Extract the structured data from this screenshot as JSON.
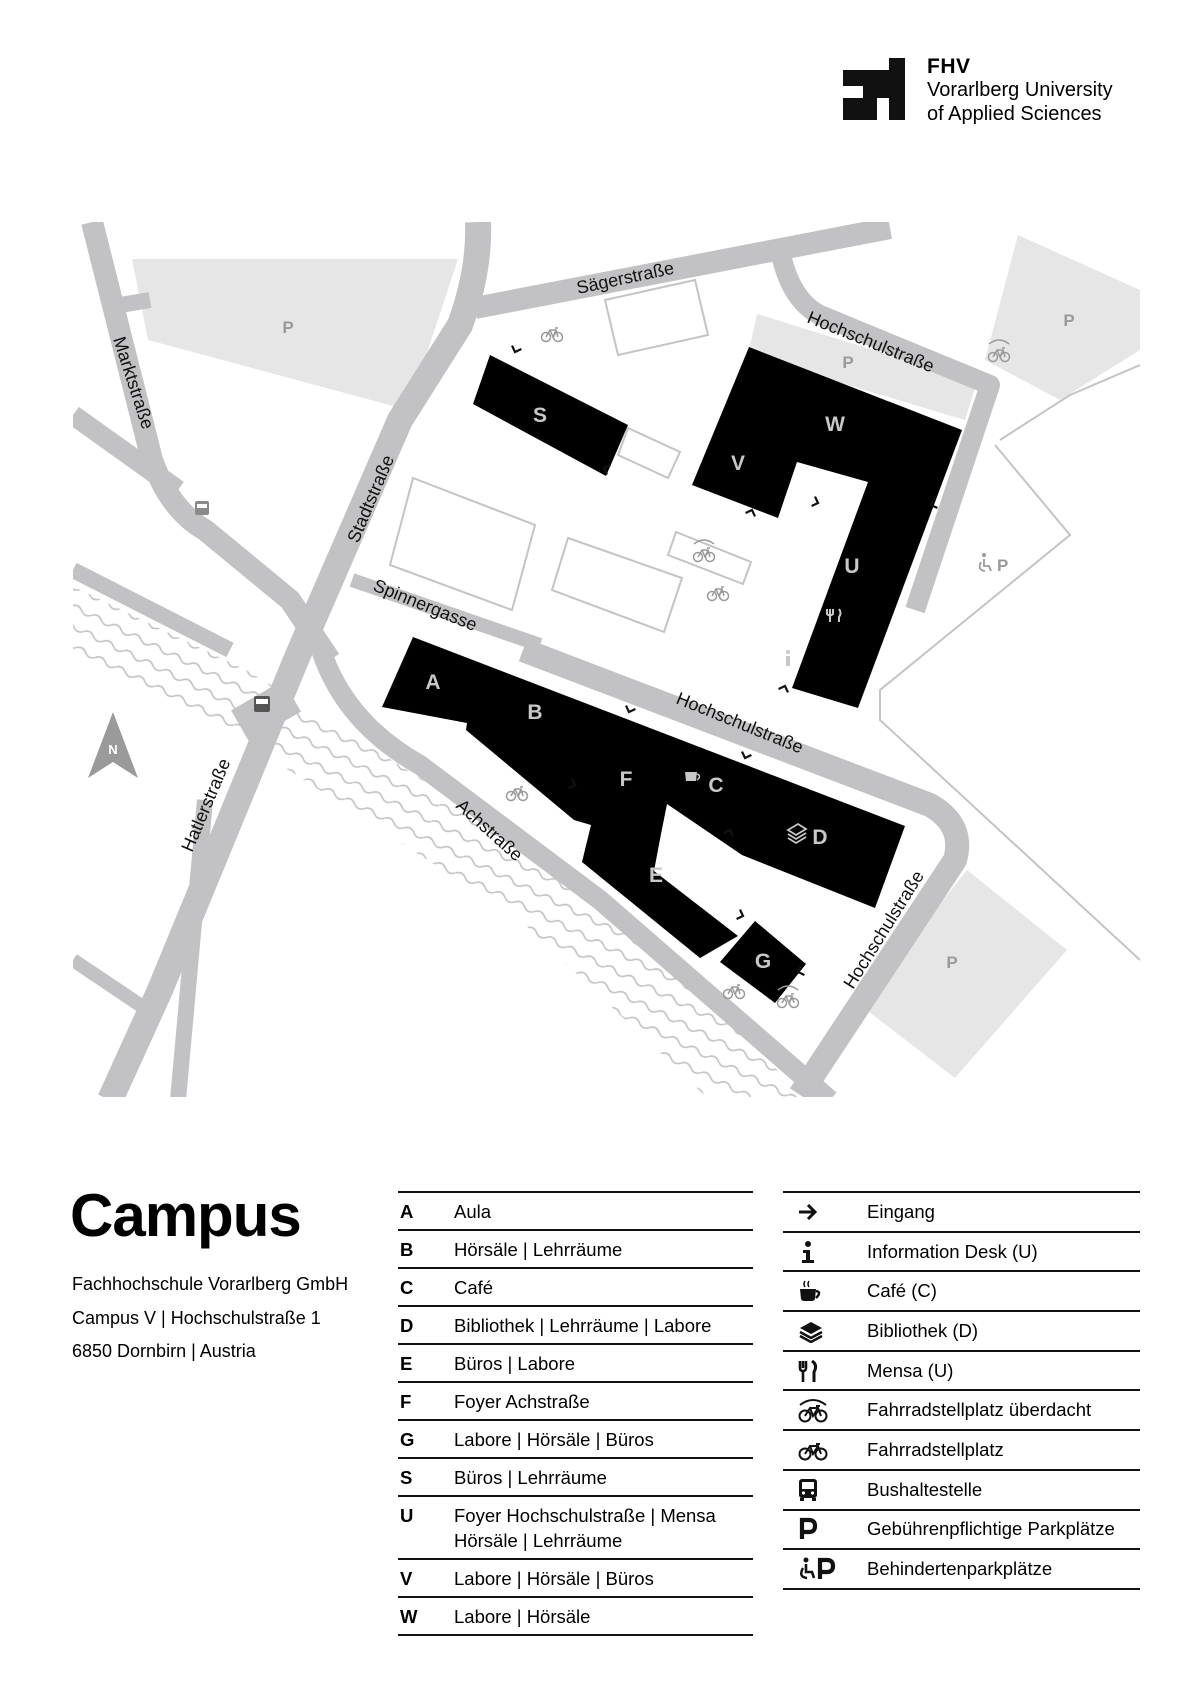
{
  "logo": {
    "abbr": "FHV",
    "line1": "Vorarlberg University",
    "line2": "of Applied Sciences"
  },
  "map": {
    "streets": {
      "saegerstrasse": "Sägerstraße",
      "hochschulstrasse": "Hochschulstraße",
      "marktstrasse": "Marktstraße",
      "stadtstrasse": "Stadtstraße",
      "spinnergasse": "Spinnergasse",
      "hatlerstrasse": "Hatlerstraße",
      "achstrasse": "Achstraße"
    },
    "buildings": [
      "S",
      "V",
      "W",
      "U",
      "A",
      "B",
      "F",
      "C",
      "D",
      "E",
      "G"
    ],
    "parking_label": "P",
    "north_label": "N"
  },
  "campus": {
    "title": "Campus",
    "address": [
      "Fachhochschule Vorarlberg GmbH",
      "Campus V | Hochschulstraße 1",
      "6850 Dornbirn | Austria"
    ]
  },
  "buildings_table": [
    {
      "code": "A",
      "desc": "Aula"
    },
    {
      "code": "B",
      "desc": "Hörsäle | Lehrräume"
    },
    {
      "code": "C",
      "desc": "Café"
    },
    {
      "code": "D",
      "desc": "Bibliothek | Lehrräume | Labore"
    },
    {
      "code": "E",
      "desc": "Büros | Labore"
    },
    {
      "code": "F",
      "desc": "Foyer Achstraße"
    },
    {
      "code": "G",
      "desc": "Labore | Hörsäle | Büros"
    },
    {
      "code": "S",
      "desc": "Büros | Lehrräume"
    },
    {
      "code": "U",
      "desc": "Foyer Hochschulstraße | Mensa",
      "desc2": "Hörsäle | Lehrräume"
    },
    {
      "code": "V",
      "desc": "Labore | Hörsäle | Büros"
    },
    {
      "code": "W",
      "desc": "Labore | Hörsäle"
    }
  ],
  "legend": [
    {
      "icon": "arrow-right-icon",
      "label": "Eingang"
    },
    {
      "icon": "information-icon",
      "label": "Information Desk (U)"
    },
    {
      "icon": "coffee-cup-icon",
      "label": "Café (C)"
    },
    {
      "icon": "books-icon",
      "label": "Bibliothek (D)"
    },
    {
      "icon": "fork-knife-icon",
      "label": "Mensa (U)"
    },
    {
      "icon": "covered-bicycle-icon",
      "label": "Fahrradstellplatz überdacht"
    },
    {
      "icon": "bicycle-icon",
      "label": "Fahrradstellplatz"
    },
    {
      "icon": "bus-icon",
      "label": "Bushaltestelle"
    },
    {
      "icon": "parking-icon",
      "label": "Gebührenpflichtige Parkplätze"
    },
    {
      "icon": "accessible-parking-icon",
      "label": "Behindertenparkplätze"
    }
  ]
}
